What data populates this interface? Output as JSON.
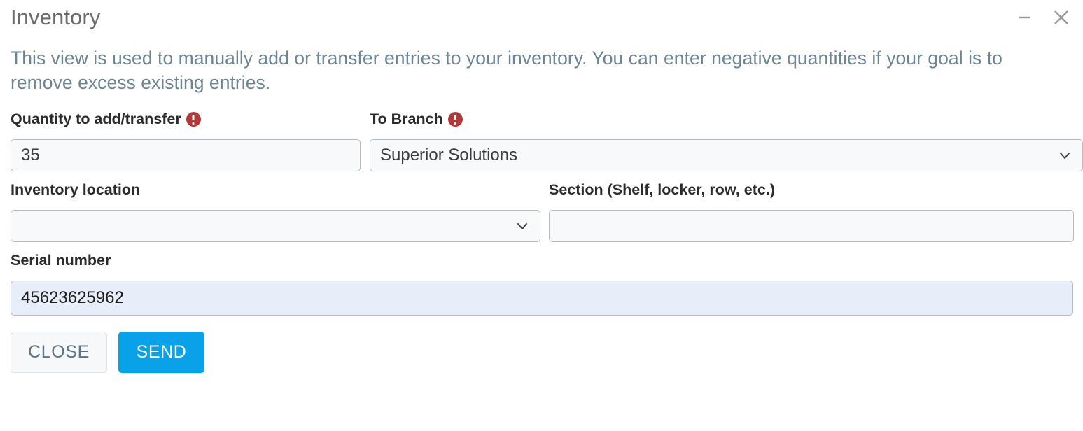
{
  "window": {
    "title": "Inventory",
    "minimize_icon": "minimize-icon",
    "close_icon": "close-icon"
  },
  "description": "This view is used to manually add or transfer entries to your inventory. You can enter negative quantities if your goal is to remove excess existing entries.",
  "form": {
    "quantity": {
      "label": "Quantity to add/transfer",
      "required": true,
      "required_icon": "required-exclamation-icon",
      "value": "35",
      "placeholder": ""
    },
    "to_branch": {
      "label": "To Branch",
      "required": true,
      "required_icon": "required-exclamation-icon",
      "value": "Superior Solutions",
      "chevron_icon": "chevron-down-icon"
    },
    "inventory_location": {
      "label": "Inventory location",
      "required": false,
      "value": "",
      "chevron_icon": "chevron-down-icon"
    },
    "section": {
      "label": "Section (Shelf, locker, row, etc.)",
      "required": false,
      "value": "",
      "placeholder": ""
    },
    "serial_number": {
      "label": "Serial number",
      "required": false,
      "value": "45623625962",
      "placeholder": ""
    }
  },
  "buttons": {
    "close_label": "CLOSE",
    "send_label": "SEND"
  },
  "colors": {
    "accent_blue": "#09a2e8",
    "required_red": "#b03a3a",
    "description_text": "#6d8494",
    "title_text": "#6b6b6b",
    "highlight_field_bg": "#e8edfa",
    "field_bg": "#f7f9fa",
    "close_button_text": "#5e7585"
  }
}
